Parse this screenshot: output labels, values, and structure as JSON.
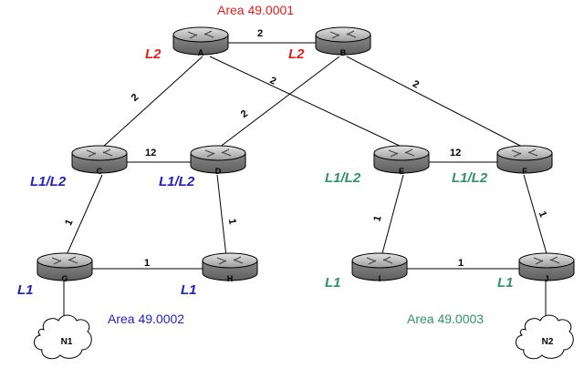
{
  "areas": {
    "top": {
      "label": "Area 49.0001",
      "color": "#e0201c"
    },
    "left": {
      "label": "Area 49.0002",
      "color": "#1f1fc8"
    },
    "right": {
      "label": "Area 49.0003",
      "color": "#2e9463"
    }
  },
  "routers": {
    "A": {
      "name": "A",
      "level": "L2",
      "level_color": "#e0201c"
    },
    "B": {
      "name": "B",
      "level": "L2",
      "level_color": "#e0201c"
    },
    "C": {
      "name": "C",
      "level": "L1/L2",
      "level_color": "#1f1fc8"
    },
    "D": {
      "name": "D",
      "level": "L1/L2",
      "level_color": "#1f1fc8"
    },
    "E": {
      "name": "E",
      "level": "L1/L2",
      "level_color": "#2e9463"
    },
    "F": {
      "name": "F",
      "level": "L1/L2",
      "level_color": "#2e9463"
    },
    "G": {
      "name": "G",
      "level": "L1",
      "level_color": "#1f1fc8"
    },
    "H": {
      "name": "H",
      "level": "L1",
      "level_color": "#1f1fc8"
    },
    "I": {
      "name": "I",
      "level": "L1",
      "level_color": "#2e9463"
    },
    "J": {
      "name": "J",
      "level": "L1",
      "level_color": "#2e9463"
    }
  },
  "links": {
    "A_B": "2",
    "A_C": "2",
    "A_E": "2",
    "B_D": "2",
    "B_F": "2",
    "C_D": "12",
    "E_F": "12",
    "C_G": "1",
    "D_H": "1",
    "E_I": "1",
    "F_J": "1",
    "G_H": "1",
    "I_J": "1"
  },
  "networks": {
    "N1": "N1",
    "N2": "N2"
  },
  "icon": "router-icon"
}
